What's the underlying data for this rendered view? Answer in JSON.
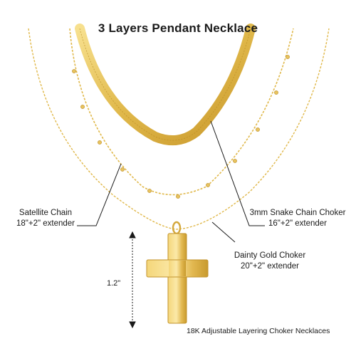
{
  "title": "3 Layers Pendant Necklace",
  "labels": {
    "satellite": {
      "name": "Satellite Chain",
      "spec": "18\"+2\" extender"
    },
    "snake": {
      "name": "3mm Snake Chain Choker",
      "spec": "16\"+2\" extender"
    },
    "dainty": {
      "name": "Dainty Gold Choker",
      "spec": "20\"+2\" extender"
    }
  },
  "pendant_height": "1.2\"",
  "footer": "18K Adjustable Layering Choker Necklaces",
  "colors": {
    "gold": "#e0b84a",
    "gold_light": "#f6df8e",
    "gold_dark": "#b98a22",
    "leader": "#1a1a1a"
  }
}
